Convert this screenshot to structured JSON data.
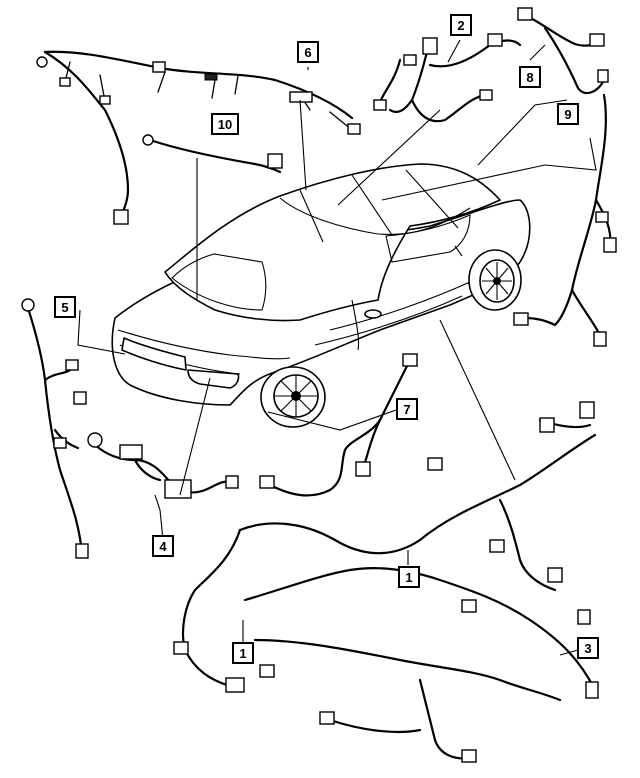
{
  "callouts": {
    "c1a": "1",
    "c1b": "1",
    "c2": "2",
    "c3": "3",
    "c4": "4",
    "c5": "5",
    "c6": "6",
    "c7": "7",
    "c8": "8",
    "c9": "9",
    "c10": "10"
  }
}
